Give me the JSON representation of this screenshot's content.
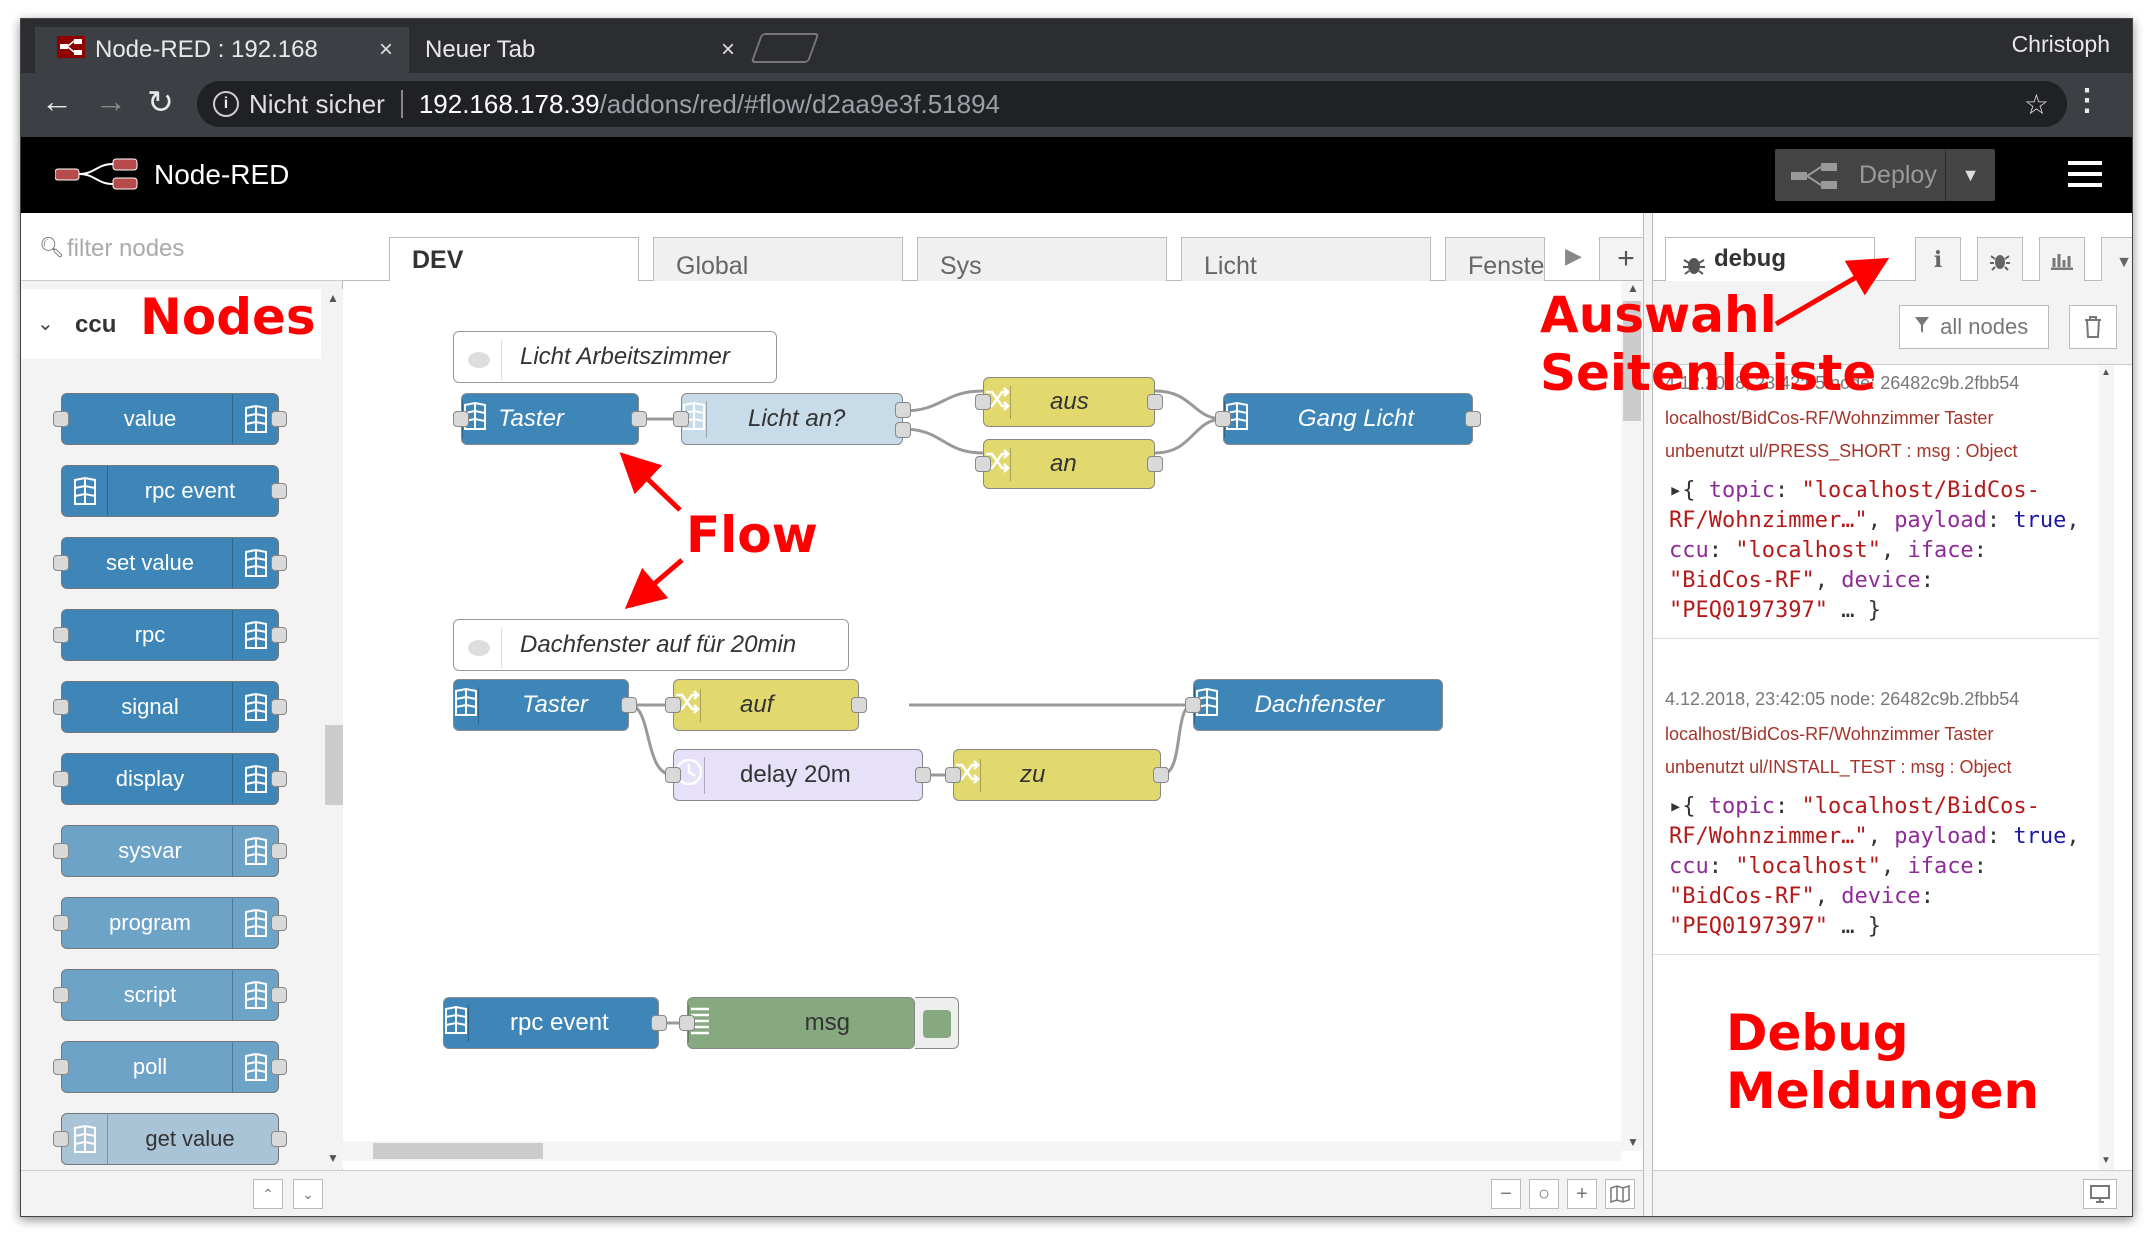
{
  "browser": {
    "tabs": [
      {
        "title": "Node-RED : 192.168",
        "close": "×"
      },
      {
        "title": "Neuer Tab",
        "close": "×"
      }
    ],
    "profile": "Christoph",
    "nav": {
      "back": "←",
      "forward": "→",
      "reload": "↻",
      "menu": "⋮"
    },
    "address": {
      "info": "i",
      "security": "Nicht sicher",
      "host": "192.168.178.39",
      "path": "/addons/red/#flow/d2aa9e3f.51894",
      "star": "☆"
    }
  },
  "header": {
    "title": "Node-RED",
    "deploy_label": "Deploy",
    "deploy_caret": "▼"
  },
  "palette": {
    "filter_icon": "search-icon",
    "filter_placeholder": "filter nodes",
    "category": "ccu",
    "category_chevron": "⌄",
    "nodes": [
      {
        "label": "value",
        "color": "#3f86b8"
      },
      {
        "label": "rpc event",
        "color": "#3f86b8"
      },
      {
        "label": "set value",
        "color": "#3f86b8"
      },
      {
        "label": "rpc",
        "color": "#3f86b8"
      },
      {
        "label": "signal",
        "color": "#3f86b8"
      },
      {
        "label": "display",
        "color": "#3f86b8"
      },
      {
        "label": "sysvar",
        "color": "#6ea3c8"
      },
      {
        "label": "program",
        "color": "#6ea3c8"
      },
      {
        "label": "script",
        "color": "#6ea3c8"
      },
      {
        "label": "poll",
        "color": "#6ea3c8"
      },
      {
        "label": "get value",
        "color": "#a9c4d6"
      }
    ],
    "scroll_up": "▲",
    "scroll_down": "▼",
    "footer_collapse": "⌃",
    "footer_expand": "⌄"
  },
  "workspace": {
    "tabs": [
      "DEV",
      "Global",
      "Sys",
      "Licht",
      "Fenste"
    ],
    "tab_scroll": "▶",
    "add_tab": "+",
    "nodes": {
      "comment1": "Licht Arbeitszimmer",
      "taster1": "Taster",
      "licht_an": "Licht an?",
      "aus": "aus",
      "an": "an",
      "gang_licht": "Gang Licht",
      "comment2": "Dachfenster auf für 20min",
      "taster2": "Taster",
      "auf": "auf",
      "dachfenster": "Dachfenster",
      "delay": "delay 20m",
      "zu": "zu",
      "rpc_event": "rpc event",
      "msg": "msg"
    },
    "footer": {
      "zoom_out": "−",
      "zoom_reset": "○",
      "zoom_in": "+"
    }
  },
  "sidebar": {
    "active_tab": "debug",
    "filter_label": "all nodes",
    "messages": [
      {
        "meta": "4.12.2018, 23:42:05    node: 26482c9b.2fbb54",
        "topic": "localhost/BidCos-RF/Wohnzimmer Taster",
        "type": "unbenutzt ul/PRESS_SHORT : msg : Object"
      },
      {
        "meta": "4.12.2018, 23:42:05    node: 26482c9b.2fbb54",
        "topic": "localhost/BidCos-RF/Wohnzimmer Taster",
        "type": "unbenutzt ul/INSTALL_TEST : msg : Object"
      }
    ],
    "object": {
      "open": "▸{ ",
      "topic_key": "topic",
      "topic_val": "\"localhost/BidCos-RF/Wohnzimmer…\"",
      "payload_key": "payload",
      "payload_val": "true",
      "ccu_key": "ccu",
      "ccu_val": "\"localhost\"",
      "iface_key": "iface",
      "iface_val": "\"BidCos-RF\"",
      "device_key": "device",
      "device_val": "\"PEQ0197397\"",
      "close": " … }"
    }
  },
  "annotations": {
    "nodes": "Nodes",
    "flow": "Flow",
    "auswahl": "Auswahl",
    "seitenleiste": "Seitenleiste",
    "debug": "Debug",
    "meldungen": "Meldungen",
    "color": "#ff0000"
  }
}
